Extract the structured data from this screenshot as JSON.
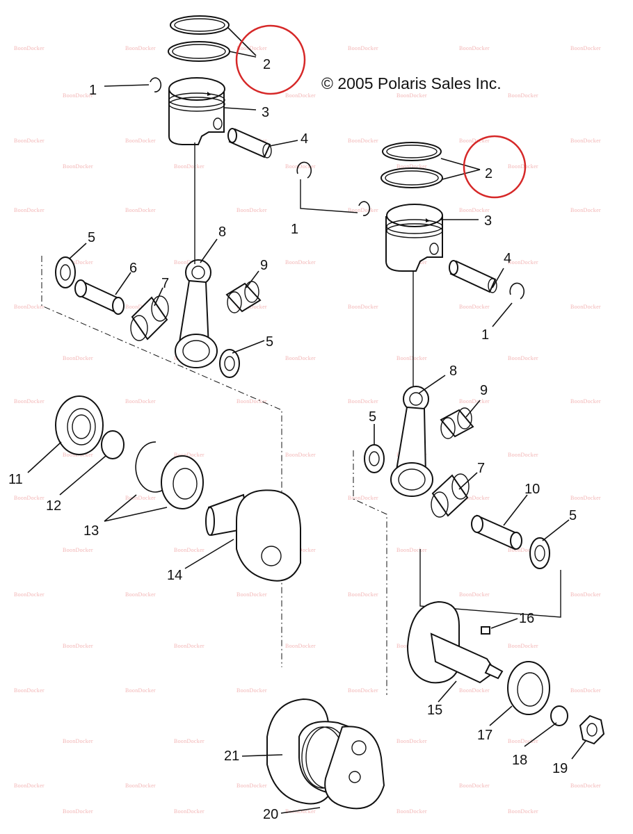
{
  "copyright": "© 2005 Polaris Sales Inc.",
  "watermark": "BoonDocker",
  "highlight_color": "#d62828",
  "callouts": [
    {
      "id": "c2a",
      "label": "2",
      "highlighted": true
    },
    {
      "id": "c1a",
      "label": "1"
    },
    {
      "id": "c3a",
      "label": "3"
    },
    {
      "id": "c4a",
      "label": "4"
    },
    {
      "id": "c5a",
      "label": "5"
    },
    {
      "id": "c6a",
      "label": "6"
    },
    {
      "id": "c7a",
      "label": "7"
    },
    {
      "id": "c8a",
      "label": "8"
    },
    {
      "id": "c9a",
      "label": "9"
    },
    {
      "id": "c5b",
      "label": "5"
    },
    {
      "id": "c11",
      "label": "11"
    },
    {
      "id": "c12",
      "label": "12"
    },
    {
      "id": "c13",
      "label": "13"
    },
    {
      "id": "c14",
      "label": "14"
    },
    {
      "id": "c2b",
      "label": "2",
      "highlighted": true
    },
    {
      "id": "c1b",
      "label": "1"
    },
    {
      "id": "c3b",
      "label": "3"
    },
    {
      "id": "c4b",
      "label": "4"
    },
    {
      "id": "c1c",
      "label": "1"
    },
    {
      "id": "c8b",
      "label": "8"
    },
    {
      "id": "c9b",
      "label": "9"
    },
    {
      "id": "c5c",
      "label": "5"
    },
    {
      "id": "c7b",
      "label": "7"
    },
    {
      "id": "c10",
      "label": "10"
    },
    {
      "id": "c5d",
      "label": "5"
    },
    {
      "id": "c16",
      "label": "16"
    },
    {
      "id": "c15",
      "label": "15"
    },
    {
      "id": "c17",
      "label": "17"
    },
    {
      "id": "c18",
      "label": "18"
    },
    {
      "id": "c19",
      "label": "19"
    },
    {
      "id": "c21",
      "label": "21"
    },
    {
      "id": "c20",
      "label": "20"
    }
  ]
}
